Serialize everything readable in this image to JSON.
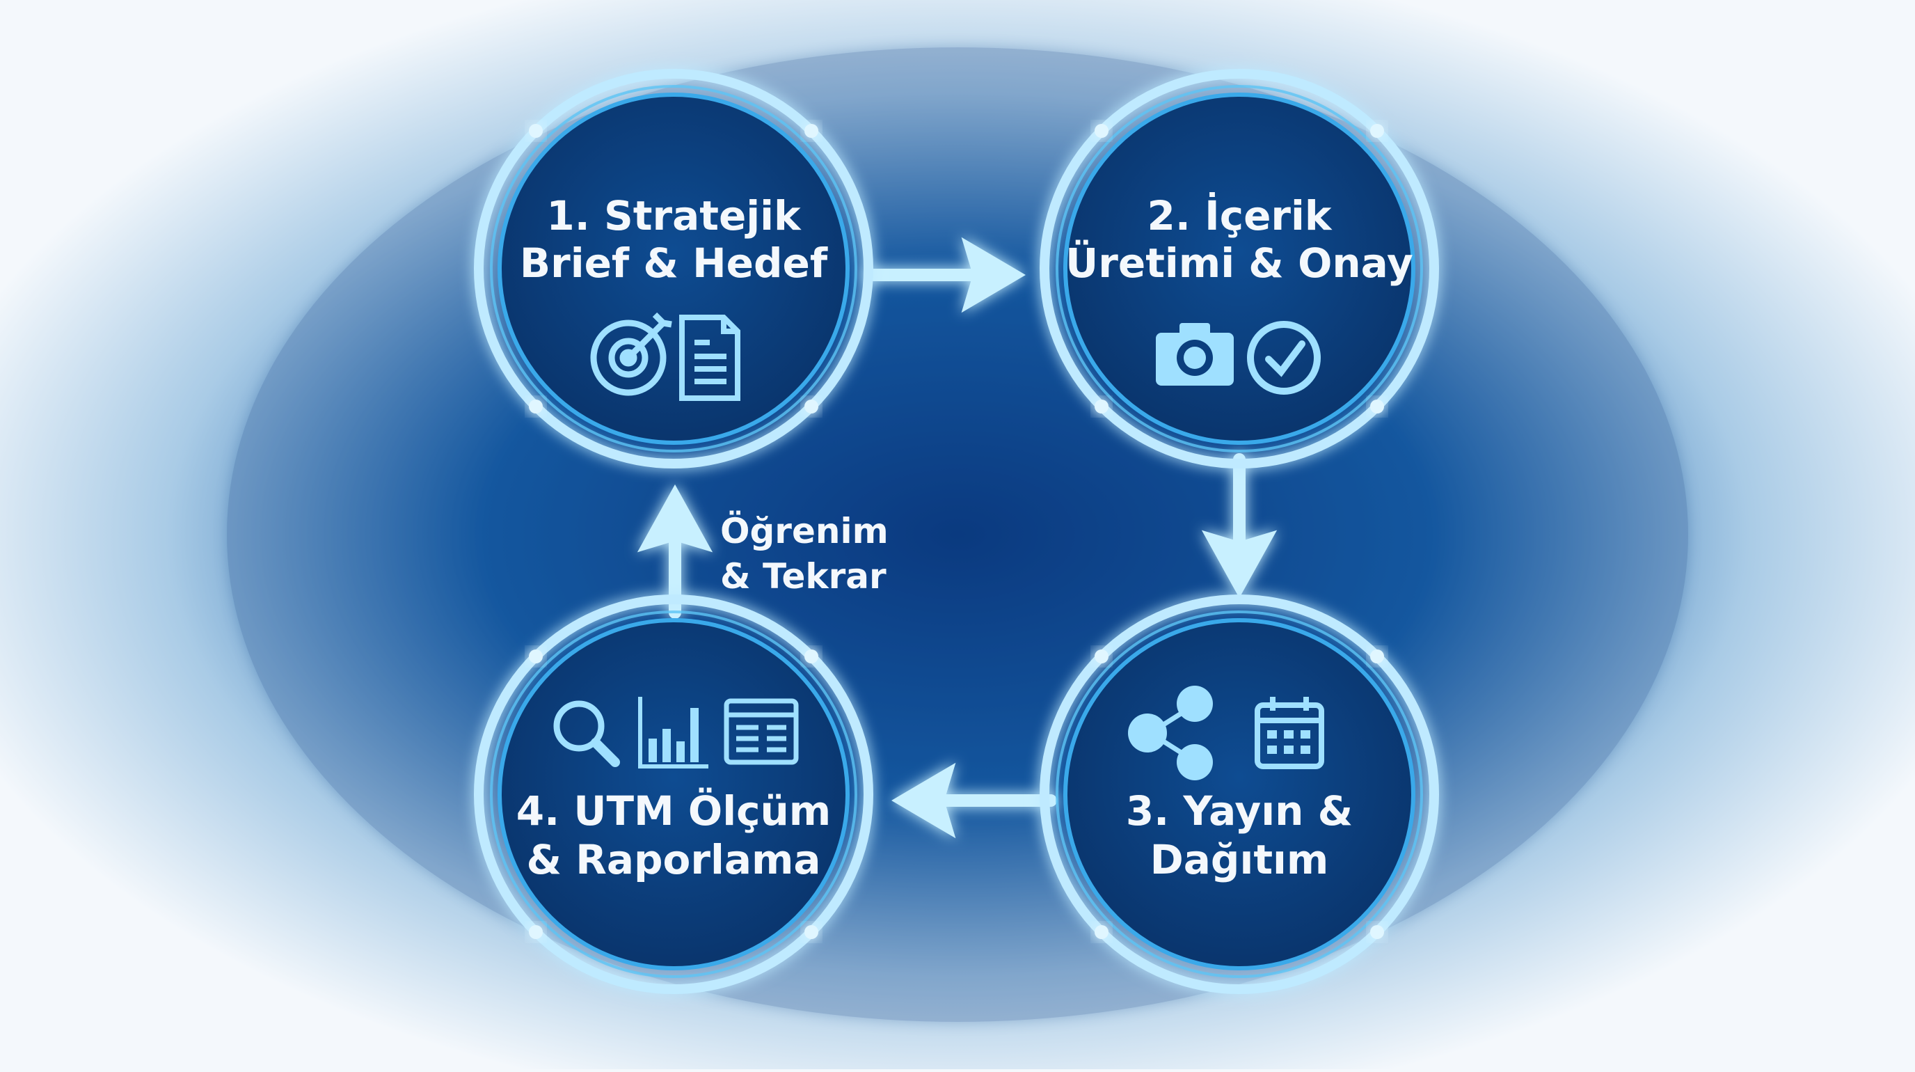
{
  "steps": [
    {
      "line1": "1. Stratejik",
      "line2": "Brief & Hedef",
      "icons": [
        "target-icon",
        "document-icon"
      ]
    },
    {
      "line1": "2. İçerik",
      "line2": "Üretimi & Onay",
      "icons": [
        "camera-icon",
        "checkmark-icon"
      ]
    },
    {
      "line1": "3. Yayın &",
      "line2": "Dağıtım",
      "icons": [
        "share-network-icon",
        "calendar-icon"
      ]
    },
    {
      "line1": "4. UTM Ölçüm",
      "line2": "& Raporlama",
      "icons": [
        "magnifier-icon",
        "bar-chart-icon",
        "report-window-icon"
      ]
    }
  ],
  "loop_label": {
    "line1": "Öğrenim",
    "line2": "& Tekrar"
  },
  "colors": {
    "background_center": "#0a3f85",
    "background_edge": "#f4f8fc",
    "circle_fill": "#0b3f7e",
    "ring_glow": "#7fd6ff",
    "icon": "#9fe0ff",
    "text": "#f4f8fc"
  }
}
